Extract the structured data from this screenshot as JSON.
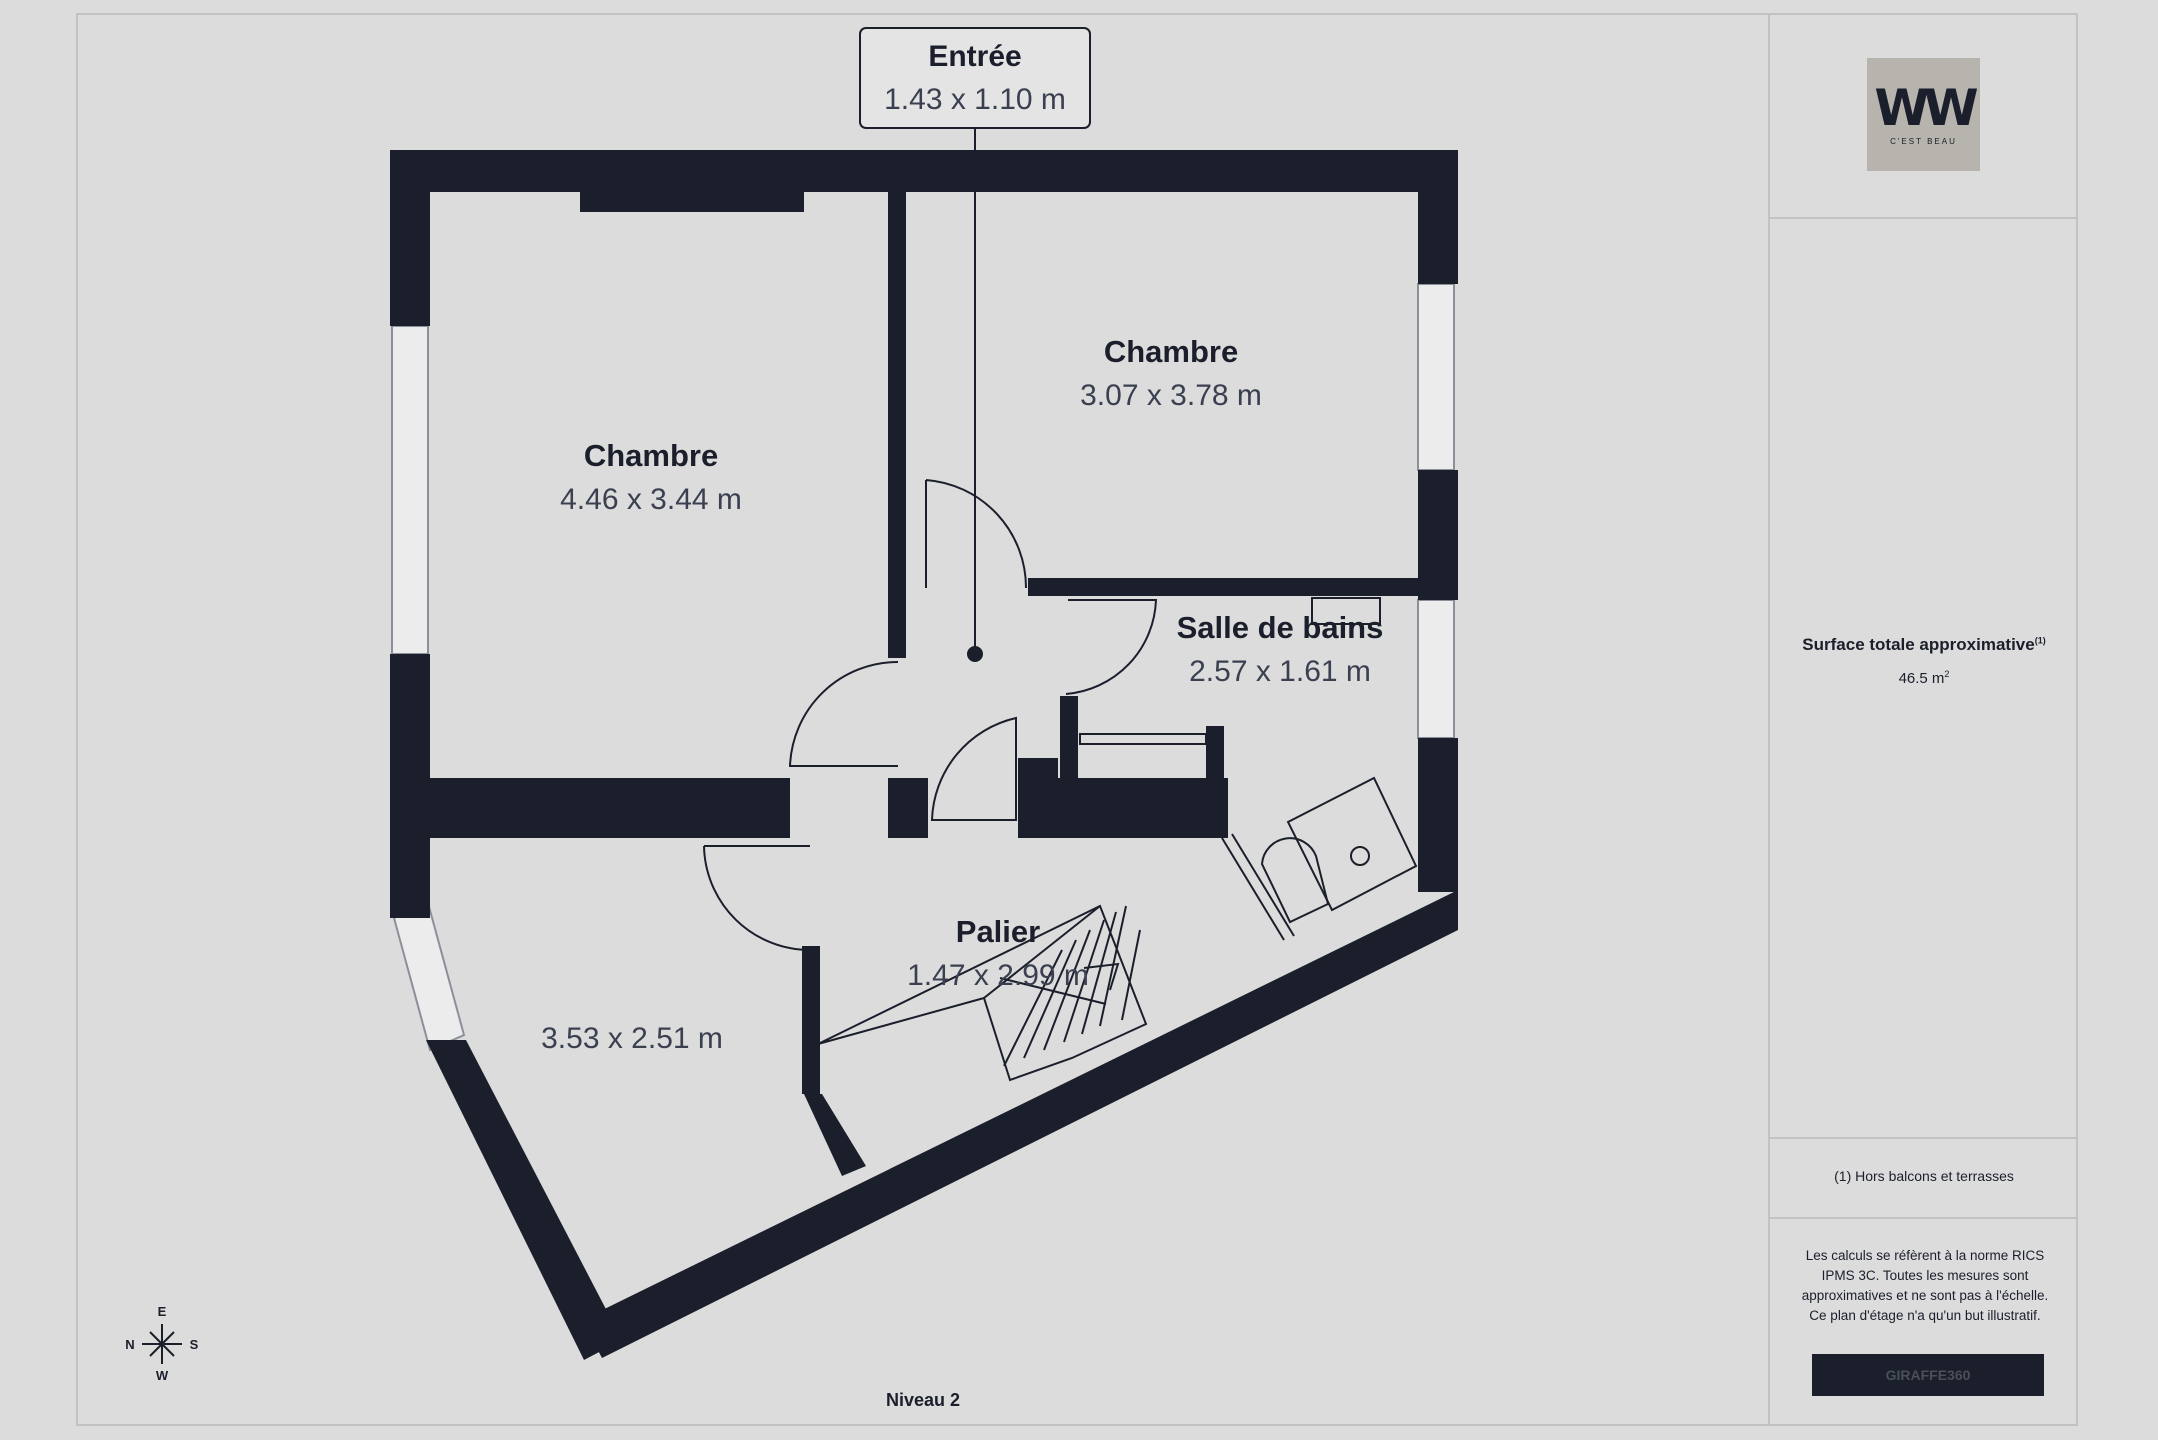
{
  "entree": {
    "name": "Entrée",
    "dims": "1.43 x 1.10 m"
  },
  "rooms": [
    {
      "name": "Chambre",
      "dims": "4.46 x 3.44 m"
    },
    {
      "name": "Chambre",
      "dims": "3.07 x 3.78 m"
    },
    {
      "name": "Salle de bains",
      "dims": "2.57 x 1.61 m"
    },
    {
      "name": "Palier",
      "dims": "1.47 x 2.99 m"
    },
    {
      "name": "",
      "dims": "3.53 x 2.51 m"
    }
  ],
  "compass": {
    "north_top": "E",
    "left": "N",
    "right": "S",
    "bottom": "W"
  },
  "level_label": "Niveau 2",
  "sidebar": {
    "logo_text": "WW",
    "logo_subtext": "C'EST BEAU",
    "surface_title": "Surface totale approximative",
    "surface_title_note": "(1)",
    "surface_value": "46.5 m",
    "surface_value_unit_sup": "2",
    "footnote": "(1) Hors balcons et terrasses",
    "disclaimer": "Les calculs se réfèrent à la norme RICS IPMS 3C. Toutes les mesures sont approximatives et ne sont pas à l'échelle. Ce plan d'étage n'a qu'un but illustratif.",
    "brand": "GIRAFFE360"
  },
  "colors": {
    "wall": "#1a1f2b",
    "background": "#dcdcdc",
    "logo_bg": "#b7b3ad"
  }
}
